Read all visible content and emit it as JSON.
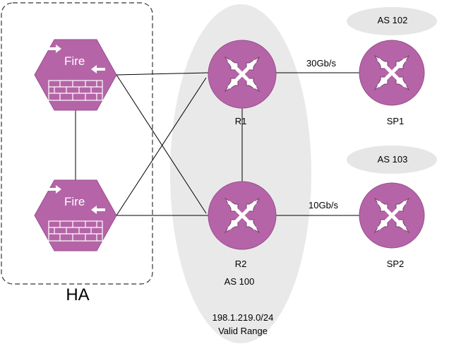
{
  "zones": {
    "ha_label": "HA",
    "as100_label": "AS 100",
    "as102_label": "AS 102",
    "as103_label": "AS 103"
  },
  "firewalls": [
    {
      "id": "fw1",
      "label": "Fire"
    },
    {
      "id": "fw2",
      "label": "Fire"
    }
  ],
  "routers": [
    {
      "id": "r1",
      "label": "R1"
    },
    {
      "id": "r2",
      "label": "R2"
    },
    {
      "id": "sp1",
      "label": "SP1"
    },
    {
      "id": "sp2",
      "label": "SP2"
    }
  ],
  "links": [
    {
      "id": "r1-sp1",
      "label": "30Gb/s"
    },
    {
      "id": "r2-sp2",
      "label": "10Gb/s"
    }
  ],
  "network": {
    "range": "198.1.219.0/24",
    "range_caption": "Valid Range"
  },
  "colors": {
    "device_fill": "#b565a7",
    "device_stroke": "#9a4d8d",
    "zone_fill": "#e8e8e8",
    "line": "#000000"
  }
}
